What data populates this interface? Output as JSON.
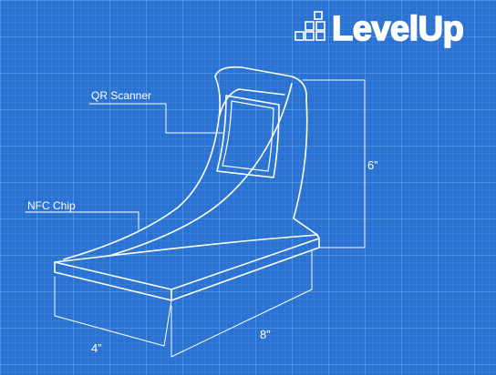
{
  "brand": {
    "name": "LevelUp"
  },
  "labels": {
    "qr_scanner": "QR Scanner",
    "nfc_chip": "NFC Chip",
    "height": "6”",
    "depth": "4”",
    "width": "8”"
  },
  "colors": {
    "background": "#2a73d2",
    "grid_fine": "#4a8be0",
    "grid_major": "#6aa2ea",
    "line": "#ffffff"
  }
}
